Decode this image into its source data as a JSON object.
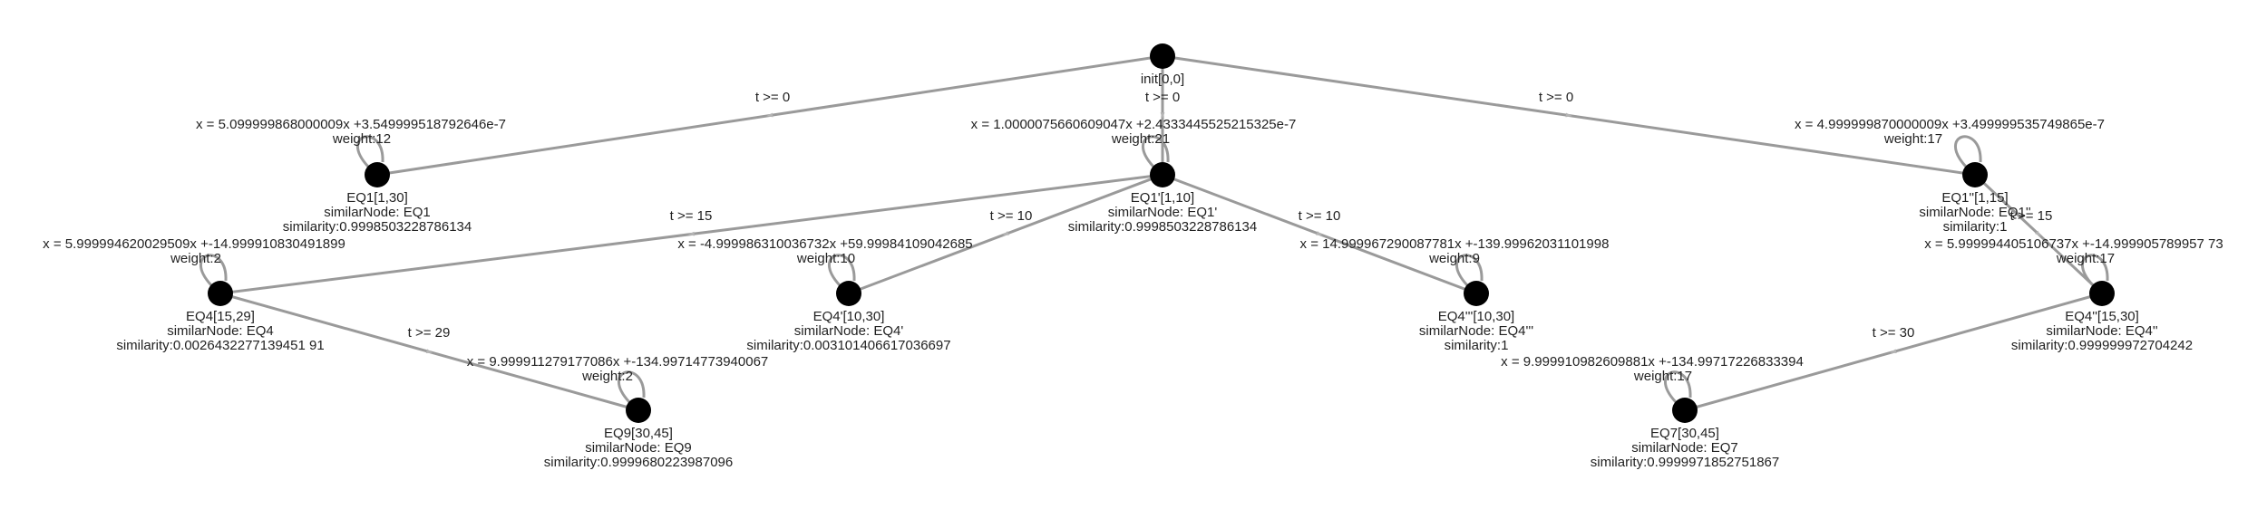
{
  "nodes": [
    {
      "id": "init",
      "lines": [
        "init[0,0]"
      ]
    },
    {
      "id": "eq1_a",
      "lines": [
        "EQ1[1,30]",
        "similarNode: EQ1",
        "similarity:0.9998503228786134"
      ]
    },
    {
      "id": "eq1_b",
      "lines": [
        "EQ1'[1,10]",
        "similarNode: EQ1'",
        "similarity:0.9998503228786134"
      ]
    },
    {
      "id": "eq1_c",
      "lines": [
        "EQ1''[1,15]",
        "similarNode: EQ1''",
        "similarity:1"
      ]
    },
    {
      "id": "eq4_a",
      "lines": [
        "EQ4[15,29]",
        "similarNode: EQ4",
        "similarity:0.0026432277139451 91"
      ]
    },
    {
      "id": "eq4_b",
      "lines": [
        "EQ4'[10,30]",
        "similarNode: EQ4'",
        "similarity:0.003101406617036697"
      ]
    },
    {
      "id": "eq4_c",
      "lines": [
        "EQ4'''[10,30]",
        "similarNode: EQ4'''",
        "similarity:1"
      ]
    },
    {
      "id": "eq4_d",
      "lines": [
        "EQ4''[15,30]",
        "similarNode: EQ4''",
        "similarity:0.999999972704242"
      ]
    },
    {
      "id": "eq9",
      "lines": [
        "EQ9[30,45]",
        "similarNode: EQ9",
        "similarity:0.9999680223987096"
      ]
    },
    {
      "id": "eq7",
      "lines": [
        "EQ7[30,45]",
        "similarNode: EQ7",
        "similarity:0.9999971852751867"
      ]
    }
  ],
  "edges": [
    {
      "from": "init",
      "to": "eq1_a",
      "label": "t >= 0"
    },
    {
      "from": "init",
      "to": "eq1_b",
      "label": "t >= 0"
    },
    {
      "from": "init",
      "to": "eq1_c",
      "label": "t >= 0"
    },
    {
      "from": "eq1_b",
      "to": "eq4_a",
      "label": "t >= 15"
    },
    {
      "from": "eq1_b",
      "to": "eq4_b",
      "label": "t >= 10"
    },
    {
      "from": "eq1_b",
      "to": "eq4_c",
      "label": "t >= 10"
    },
    {
      "from": "eq1_c",
      "to": "eq4_d",
      "label": "t >= 15"
    },
    {
      "from": "eq4_a",
      "to": "eq9",
      "label": "t >= 29"
    },
    {
      "from": "eq4_d",
      "to": "eq7",
      "label": "t >= 30"
    }
  ],
  "loops": [
    {
      "node": "eq1_a",
      "lines": [
        "x = 5.099999868000009x +3.549999518792646e-7",
        "weight:12"
      ]
    },
    {
      "node": "eq1_b",
      "lines": [
        "x = 1.0000075660609047x +2.4333445525215325e-7",
        "weight:21"
      ]
    },
    {
      "node": "eq1_c",
      "lines": [
        "x = 4.999999870000009x +3.499999535749865e-7",
        "weight:17"
      ]
    },
    {
      "node": "eq4_a",
      "lines": [
        "x = 5.999994620029509x +-14.999910830491899",
        "weight:2"
      ]
    },
    {
      "node": "eq4_b",
      "lines": [
        "x = -4.999986310036732x +59.99984109042685",
        "weight:10"
      ]
    },
    {
      "node": "eq4_c",
      "lines": [
        "x = 14.999967290087781x +-139.99962031101998",
        "weight:9"
      ]
    },
    {
      "node": "eq4_d",
      "lines": [
        "x = 5.999994405106737x +-14.999905789957 73",
        "weight:17"
      ]
    },
    {
      "node": "eq9",
      "lines": [
        "x = 9.999911279177086x +-134.99714773940067",
        "weight:2"
      ]
    },
    {
      "node": "eq7",
      "lines": [
        "x = 9.999910982609881x +-134.99717226833394",
        "weight:17"
      ]
    }
  ]
}
